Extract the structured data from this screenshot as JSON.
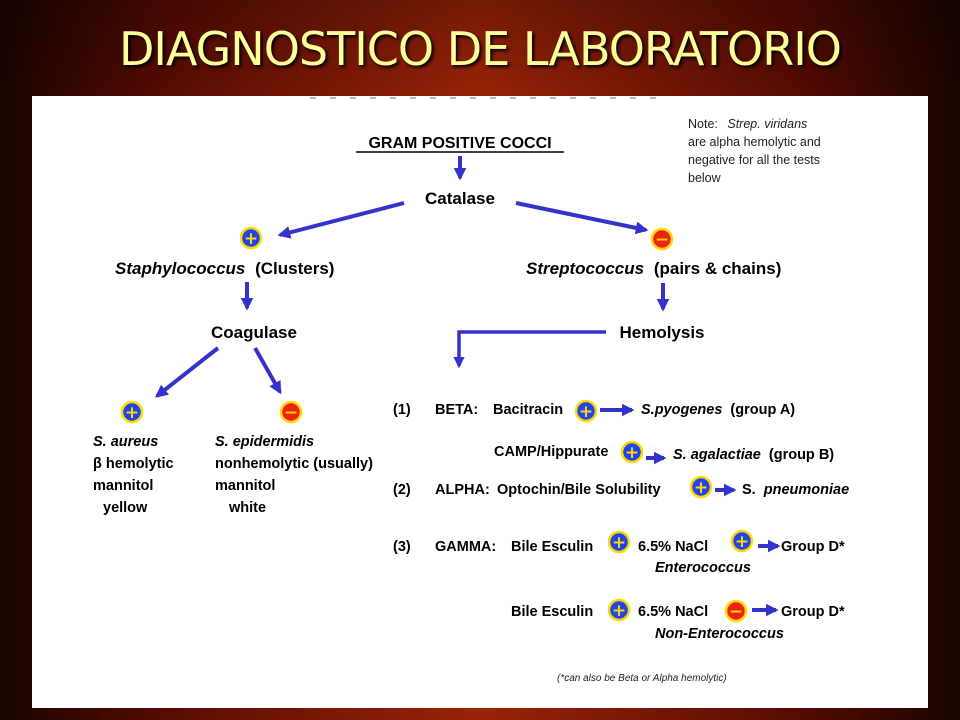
{
  "slide": {
    "title": "DIAGNOSTICO DE LABORATORIO"
  },
  "colors": {
    "arrow": "#3333cc",
    "plus_fill": "#2244ee",
    "minus_fill": "#ee2211",
    "badge_ring": "#ffd900",
    "title_text": "#ffff99"
  },
  "diagram": {
    "root": "GRAM POSITIVE COCCI",
    "catalase": "Catalase",
    "note": [
      "Note:",
      "Strep. viridans",
      "are alpha hemolytic and",
      "negative for all the tests",
      "below"
    ],
    "staph": {
      "genus": "Staphylococcus",
      "desc": "(Clusters)"
    },
    "strep": {
      "genus": "Streptococcus",
      "desc": "(pairs & chains)"
    },
    "coagulase": "Coagulase",
    "hemolysis": "Hemolysis",
    "aureus": [
      "S. aureus",
      "β hemolytic",
      "mannitol",
      "yellow"
    ],
    "epidermidis": [
      "S. epidermidis",
      "nonhemolytic (usually)",
      "mannitol",
      "white"
    ],
    "beta": {
      "num": "(1)",
      "label": "BETA:",
      "test": "Bacitracin",
      "org_prefix": "S.pyogenes",
      "org_suffix": "(group A)",
      "test2": "CAMP/Hippurate",
      "org2_prefix": "S. agalactiae",
      "org2_suffix": "(group B)"
    },
    "alpha": {
      "num": "(2)",
      "label": "ALPHA:",
      "test": "Optochin/Bile Solubility",
      "org_prefix": "S.",
      "org_suffix": "pneumoniae"
    },
    "gamma": {
      "num": "(3)",
      "label": "GAMMA:",
      "test1": "Bile Esculin",
      "test2": "6.5% NaCl",
      "group": "Group D*",
      "sub": "Enterococcus"
    },
    "gamma2": {
      "test1": "Bile Esculin",
      "test2": "6.5% NaCl",
      "group": "Group D*",
      "sub": "Non-Enterococcus"
    },
    "footnote": "(*can also be Beta or Alpha hemolytic)",
    "plus_symbol": "+",
    "minus_symbol": "−"
  }
}
